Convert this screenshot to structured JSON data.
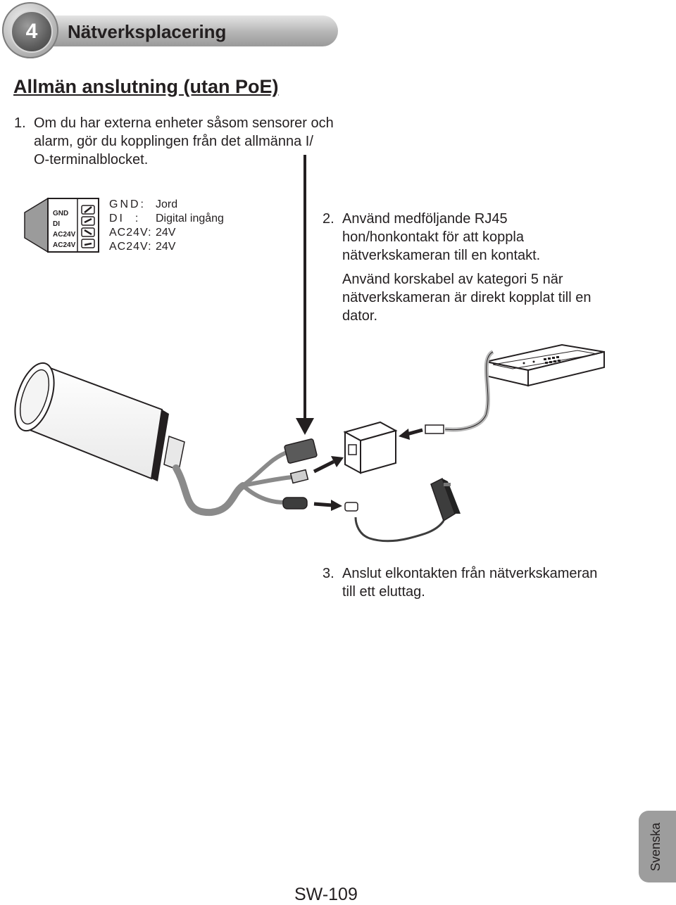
{
  "header": {
    "chapter_number": "4",
    "chapter_title": "Nätverksplacering"
  },
  "section": {
    "heading": "Allmän anslutning (utan PoE)"
  },
  "steps": {
    "step1": {
      "number": "1.",
      "lines": [
        "Om du har externa enheter såsom sensorer och",
        "alarm, gör du kopplingen från det allmänna I/",
        "O-terminalblocket."
      ]
    },
    "step2": {
      "number": "2.",
      "lines": [
        "Använd medföljande RJ45",
        "hon/honkontakt för att koppla",
        "nätverkskameran till en kontakt.",
        "Använd korskabel av kategori 5 när",
        "nätverkskameran är direkt kopplat till en",
        "dator."
      ]
    },
    "step3": {
      "number": "3.",
      "lines": [
        "Anslut elkontakten från nätverkskameran",
        "till ett eluttag."
      ]
    }
  },
  "terminal_block": {
    "labels": [
      "GND",
      "DI",
      "AC24V",
      "AC24V"
    ],
    "legend": [
      {
        "key": "GND:",
        "value": "Jord"
      },
      {
        "key": "DI  :",
        "value": "Digital ingång"
      },
      {
        "key": "AC24V:",
        "value": "24V"
      },
      {
        "key": "AC24V:",
        "value": "24V"
      }
    ]
  },
  "footer": {
    "page_number": "SW-109",
    "language_tab": "Svenska"
  },
  "icons": [
    "terminal-block-icon",
    "camera-illustration",
    "switch-illustration",
    "rj45-coupler-icon",
    "power-adapter-icon",
    "arrow-down-icon",
    "arrow-right-icon"
  ],
  "colors": {
    "text": "#231f20",
    "header_gradient_light": "#e4e4e4",
    "header_gradient_dark": "#9a9a9a",
    "cable_gray": "#8a8a8a",
    "tab_gray": "#9d9d9d"
  }
}
